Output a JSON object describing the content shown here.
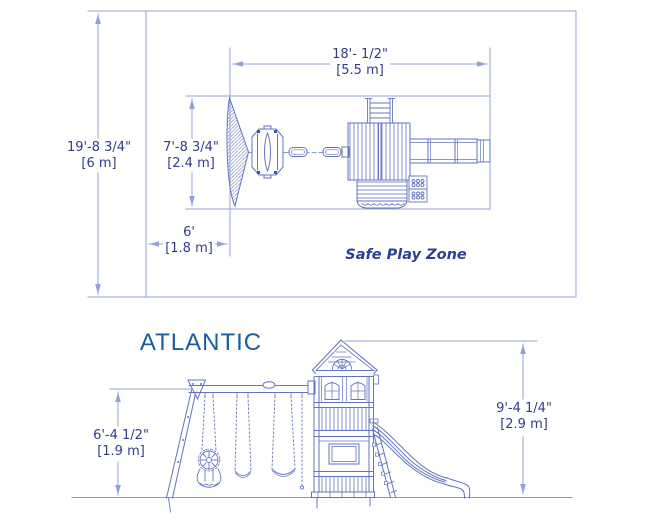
{
  "title": "ATLANTIC",
  "palette": {
    "line_light": "#93A0D6",
    "line_medium": "#6274C0",
    "line_dark": "#3F55AC",
    "dimension_text": "#333B8C",
    "title_blue": "#1B5CA7",
    "zone_text_blue": "#2C3F96",
    "background": "#FFFFFF"
  },
  "plan_view": {
    "zone_label": "Safe Play Zone",
    "dimensions": {
      "overall_depth": {
        "imperial": "19'-8 3/4\"",
        "metric": "[6 m]"
      },
      "play_zone_width": {
        "imperial": "18'- 1/2\"",
        "metric": "[5.5 m]"
      },
      "structure_depth": {
        "imperial": "7'-8 3/4\"",
        "metric": "[2.4 m]"
      },
      "swing_clearance": {
        "imperial": "6'",
        "metric": "[1.8 m]"
      }
    }
  },
  "elevation_view": {
    "dimensions": {
      "swing_beam_height": {
        "imperial": "6'-4 1/2\"",
        "metric": "[1.9 m]"
      },
      "overall_height": {
        "imperial": "9'-4 1/4\"",
        "metric": "[2.9 m]"
      }
    }
  }
}
